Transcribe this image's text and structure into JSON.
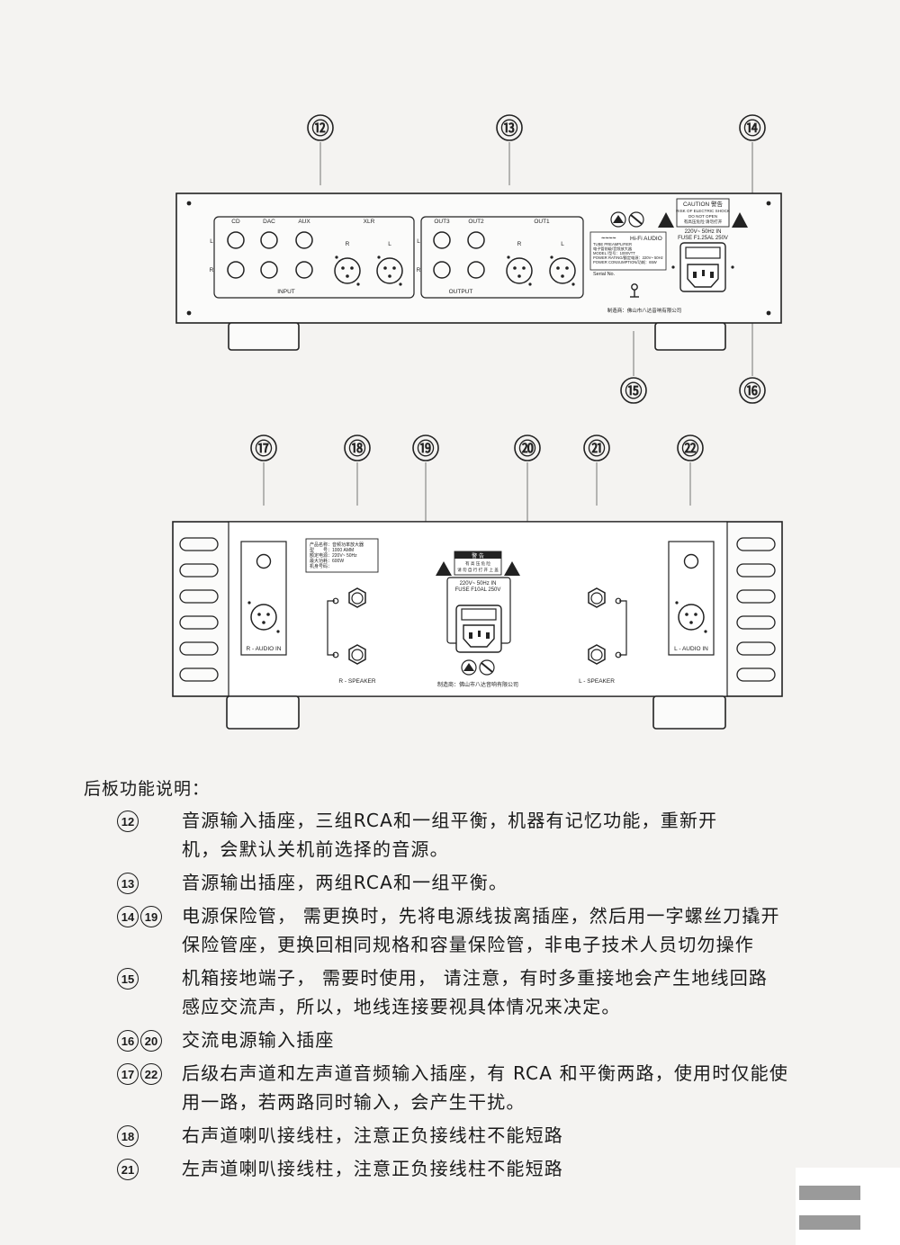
{
  "preamp": {
    "callouts": [
      "⑫",
      "⑬",
      "⑭",
      "⑮",
      "⑯"
    ],
    "input_labels": {
      "cd": "CD",
      "dac": "DAC",
      "aux": "AUX",
      "xlr": "XLR",
      "l": "L",
      "r": "R",
      "group": "INPUT"
    },
    "output_labels": {
      "out3": "OUT3",
      "out2": "OUT2",
      "out1": "OUT1",
      "r": "R",
      "l": "L",
      "group": "OUTPUT"
    },
    "caution": {
      "title": "CAUTION 警告",
      "line1": "RISK OF ELECTRIC SHOCK",
      "line2": "DO  NOT  OPEN",
      "line3": "有高压危险 请勿打开"
    },
    "power": {
      "line1": "220V~ 50Hz IN",
      "line2": "FUSE F1.25AL 250V"
    },
    "nameplate": {
      "brand": "Hi-Fi AUDIO",
      "model_type": "TUBE PREAMPLIFIER",
      "cn_type": "电子管前级/音频放大器",
      "model": "MODEL /型号：1000VTT",
      "power_rating": "POWER RATING/额定电源：220V~ 50Hz",
      "power_consumption": "POWER CONSUMPTION/功耗：65W",
      "serial": "Serial No."
    },
    "maker": "制造商：佛山市八达音响有限公司"
  },
  "amp": {
    "callouts": [
      "⑰",
      "⑱",
      "⑲",
      "⑳",
      "㉑",
      "㉒"
    ],
    "spec_plate": [
      "产品名称：音频功率放大器",
      "型　　号：1000 AMM",
      "额定电源：220V~ 50Hz",
      "最大功耗：600W",
      "机身号码："
    ],
    "warning": {
      "title": "警 告",
      "line1": "有 高 压 危 险",
      "line2": "请 勿 自 行 打 开 上 盖"
    },
    "power": {
      "line1": "220V~ 50Hz IN",
      "line2": "FUSE F10AL 250V"
    },
    "r_audio": "R - AUDIO IN",
    "l_audio": "L - AUDIO IN",
    "r_speaker": "R - SPEAKER",
    "l_speaker": "L - SPEAKER",
    "maker": "制造商：佛山市八达音响有限公司"
  },
  "section_heading": "后板功能说明：",
  "descriptions": [
    {
      "markers": [
        "12"
      ],
      "text": "音源输入插座，三组RCA和一组平衡，机器有记忆功能，重新开\n机，会默认关机前选择的音源。"
    },
    {
      "markers": [
        "13"
      ],
      "text": "音源输出插座，两组RCA和一组平衡。"
    },
    {
      "markers": [
        "14",
        "19"
      ],
      "text": "电源保险管， 需更换时，先将电源线拔离插座，然后用一字螺丝刀撬开\n保险管座，更换回相同规格和容量保险管，非电子技术人员切勿操作"
    },
    {
      "markers": [
        "15"
      ],
      "text": "机箱接地端子， 需要时使用， 请注意，有时多重接地会产生地线回路\n感应交流声，所以，地线连接要视具体情况来决定。"
    },
    {
      "markers": [
        "16",
        "20"
      ],
      "text": "交流电源输入插座"
    },
    {
      "markers": [
        "17",
        "22"
      ],
      "text": "后级右声道和左声道音频输入插座，有 RCA 和平衡两路，使用时仅能使\n用一路，若两路同时输入，会产生干扰。"
    },
    {
      "markers": [
        "18"
      ],
      "text": "右声道喇叭接线柱，注意正负接线柱不能短路"
    },
    {
      "markers": [
        "21"
      ],
      "text": "左声道喇叭接线柱，注意正负接线柱不能短路"
    }
  ]
}
